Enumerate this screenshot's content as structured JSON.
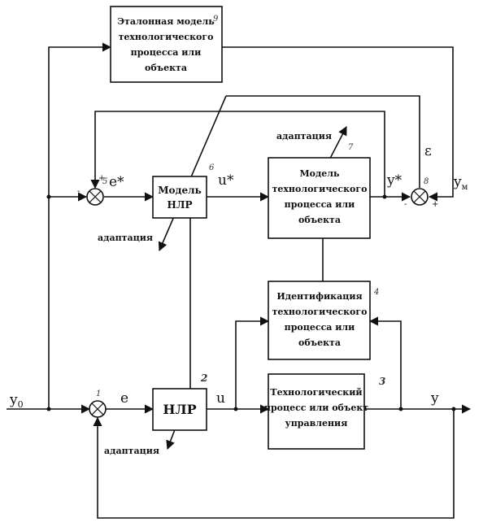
{
  "blocks": {
    "reference_model": {
      "lines": [
        "Эталонная модель",
        "технологического",
        "процесса или",
        "объекта"
      ],
      "number": "9"
    },
    "nlr_model": {
      "lines": [
        "Модель",
        "НЛР"
      ],
      "number": "6"
    },
    "process_model": {
      "lines": [
        "Модель",
        "технологического",
        "процесса или",
        "объекта"
      ],
      "number": "7"
    },
    "identification": {
      "lines": [
        "Идентификация",
        "технологического",
        "процесса или",
        "объекта"
      ],
      "number": "4"
    },
    "nlr": {
      "lines": [
        "НЛР"
      ],
      "number": "2"
    },
    "process": {
      "lines": [
        "Технологический",
        "процесс или объект",
        "управления"
      ],
      "number": "3"
    }
  },
  "summers": {
    "s1": {
      "number": "1"
    },
    "s5": {
      "number": "5",
      "plus": "+"
    },
    "s8": {
      "number": "8",
      "minus": "-",
      "plus": "+"
    }
  },
  "signals": {
    "y0": "y",
    "y0_sub": "0",
    "e": "e",
    "u": "u",
    "y": "y",
    "e_star": "e*",
    "u_star": "u*",
    "y_star": "y*",
    "epsilon": "ε",
    "y_ref": "y",
    "y_ref_sub": "м",
    "minus": "-"
  },
  "labels": {
    "adapt_top": "адаптация",
    "adapt_mid": "адаптация",
    "adapt_bottom": "адаптация"
  }
}
